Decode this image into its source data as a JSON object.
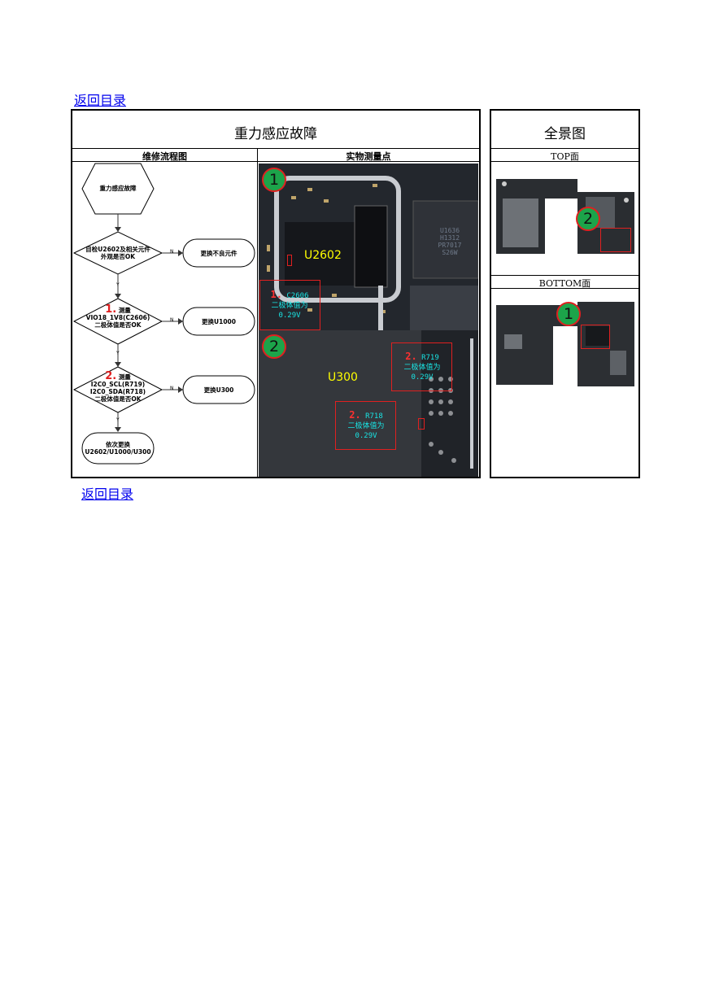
{
  "back_link": "返回目录",
  "main_table": {
    "title": "重力感应故障",
    "col_flow": "维修流程图",
    "col_measure": "实物测量点"
  },
  "overview": {
    "title": "全景图",
    "top_label": "TOP面",
    "bottom_label": "BOTTOM面"
  },
  "flowchart": {
    "start": "重力感应故障",
    "step1": "目检U2602及相关元件外观是否OK",
    "step1_action": "更换不良元件",
    "step2_num": "1.",
    "step2_word": "测量",
    "step2_line1": "VIO18_1V8(C2606)",
    "step2_line2": "二极体值是否OK",
    "step2_action": "更换U1000",
    "step3_num": "2.",
    "step3_word": "测量",
    "step3_line1": "I2C0_SCL(R719)",
    "step3_line2": "I2C0_SDA(R718)",
    "step3_line3": "二极体值是否OK",
    "step3_action": "更换U300",
    "end_line1": "依次更换",
    "end_line2": "U2602/U1000/U300",
    "yes": "Y",
    "no": "N"
  },
  "photo_top": {
    "badge": "1",
    "chip": "U2602",
    "point_num": "1.",
    "point_name": "C2606",
    "point_desc1": "二极体值为",
    "point_desc2": "0.29V",
    "ic_marking": "U1636\nH1312\nPR7017\nS26W"
  },
  "photo_bottom": {
    "badge": "2",
    "chip": "U300",
    "a_num": "2.",
    "a_name": "R719",
    "a_desc1": "二极体值为",
    "a_desc2": "0.29V",
    "b_num": "2.",
    "b_name": "R718",
    "b_desc1": "二极体值为",
    "b_desc2": "0.29V"
  },
  "overview_top_badge": "2",
  "overview_bottom_badge": "1"
}
